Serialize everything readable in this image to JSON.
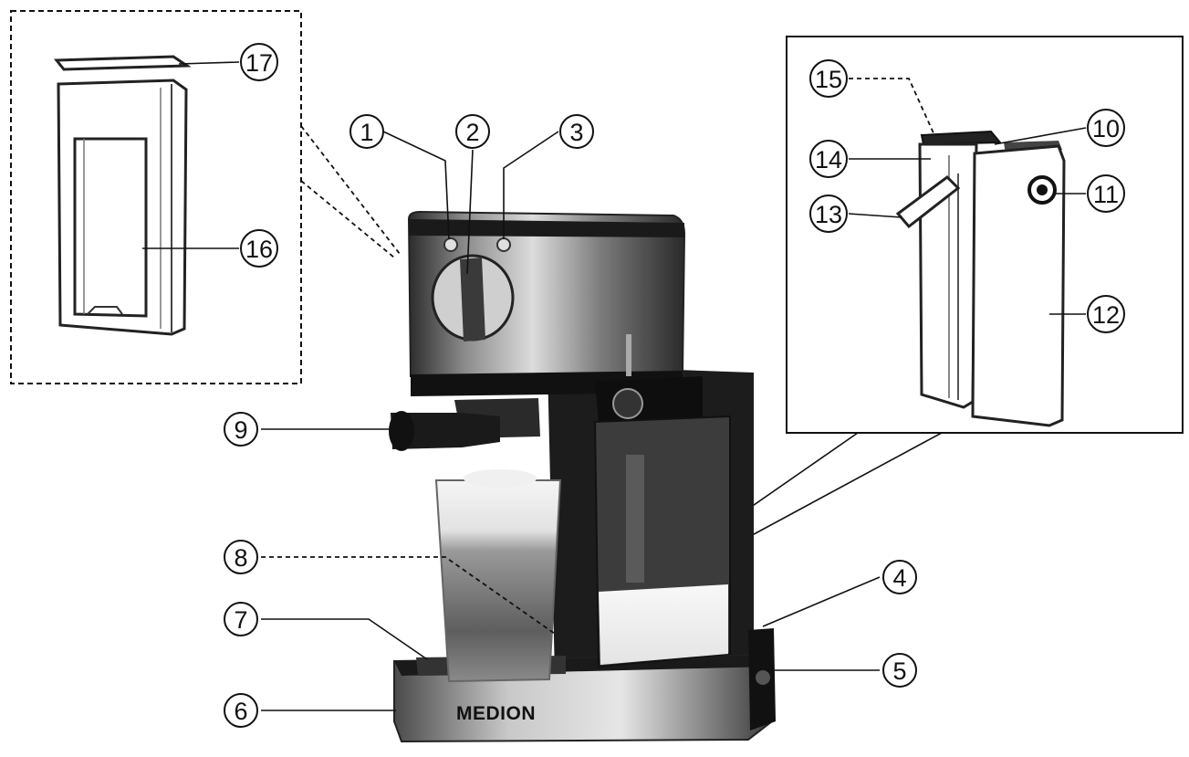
{
  "brand": "MEDION",
  "callouts": [
    {
      "id": "1",
      "label": "1"
    },
    {
      "id": "2",
      "label": "2"
    },
    {
      "id": "3",
      "label": "3"
    },
    {
      "id": "4",
      "label": "4"
    },
    {
      "id": "5",
      "label": "5"
    },
    {
      "id": "6",
      "label": "6"
    },
    {
      "id": "7",
      "label": "7"
    },
    {
      "id": "8",
      "label": "8"
    },
    {
      "id": "9",
      "label": "9"
    },
    {
      "id": "10",
      "label": "10"
    },
    {
      "id": "11",
      "label": "11"
    },
    {
      "id": "12",
      "label": "12"
    },
    {
      "id": "13",
      "label": "13"
    },
    {
      "id": "14",
      "label": "14"
    },
    {
      "id": "15",
      "label": "15"
    },
    {
      "id": "16",
      "label": "16"
    },
    {
      "id": "17",
      "label": "17"
    }
  ]
}
